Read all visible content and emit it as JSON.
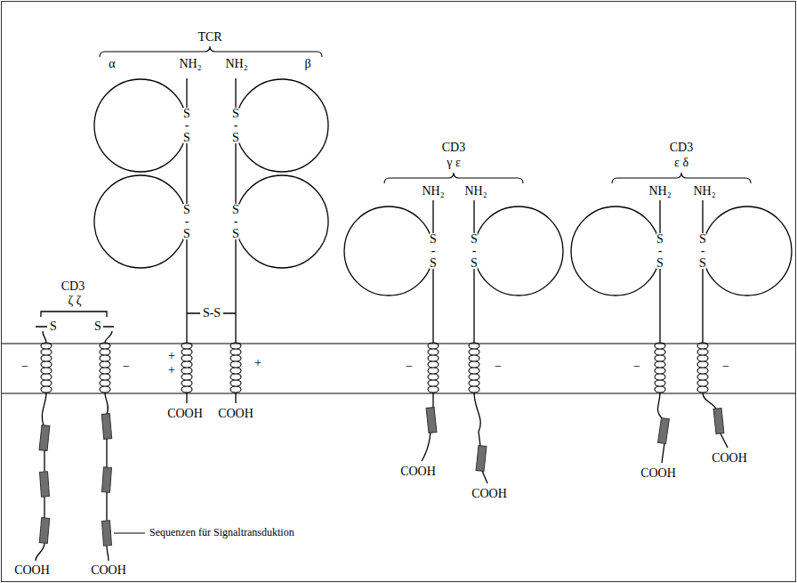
{
  "diagram": {
    "labels": [
      "TCR",
      "α",
      "NH₂",
      "NH₂",
      "β",
      "S-S",
      "S-S",
      "S-S",
      "S-S",
      "S-S",
      "+",
      "+",
      "+",
      "COOH",
      "COOH",
      "CD3",
      "ζ ζ",
      "S",
      "S",
      "−",
      "−",
      "COOH",
      "COOH",
      "Sequenzen für Signaltransduktion",
      "CD3",
      "γ ε",
      "NH₂",
      "NH₂",
      "S-S",
      "S-S",
      "−",
      "−",
      "COOH",
      "COOH",
      "CD3",
      "ε δ",
      "NH₂",
      "NH₂",
      "S-S",
      "S-S",
      "−",
      "−",
      "COOH",
      "COOH"
    ]
  }
}
